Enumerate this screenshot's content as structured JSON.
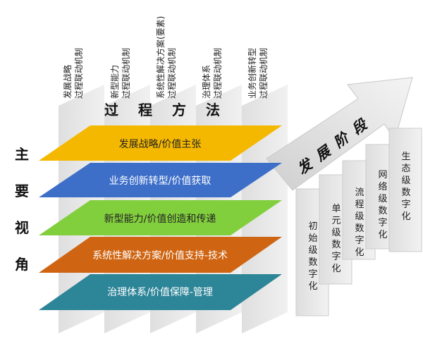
{
  "process_header": {
    "title": "过程方法",
    "columns": [
      {
        "lines": [
          "发展战略",
          "过程联动机制"
        ]
      },
      {
        "lines": [
          "新型能力",
          "过程联动机制"
        ]
      },
      {
        "lines": [
          "系统性解决方案(要素)",
          "过程联动机制"
        ]
      },
      {
        "lines": [
          "治理体系",
          "过程联动机制"
        ]
      },
      {
        "lines": [
          "业务创新转型",
          "过程联动机制"
        ]
      }
    ]
  },
  "main_view": {
    "label": "主要视角",
    "layers": [
      {
        "text": "发展战略/价值主张",
        "color": "#f5b800"
      },
      {
        "text": "业务创新转型/价值获取",
        "color": "#3d6fc9"
      },
      {
        "text": "新型能力/价值创造和传递",
        "color": "#82cf3e"
      },
      {
        "text": "系统性解决方案/价值支持-技术",
        "color": "#cf6512"
      },
      {
        "text": "治理体系/价值保障-管理",
        "color": "#2d8598"
      }
    ]
  },
  "stages": {
    "title": "发展阶段",
    "items": [
      {
        "label": "初始级数字化"
      },
      {
        "label": "单元级数字化"
      },
      {
        "label": "流程级数字化"
      },
      {
        "label": "网络级数字化"
      },
      {
        "label": "生态级数字化"
      }
    ]
  }
}
